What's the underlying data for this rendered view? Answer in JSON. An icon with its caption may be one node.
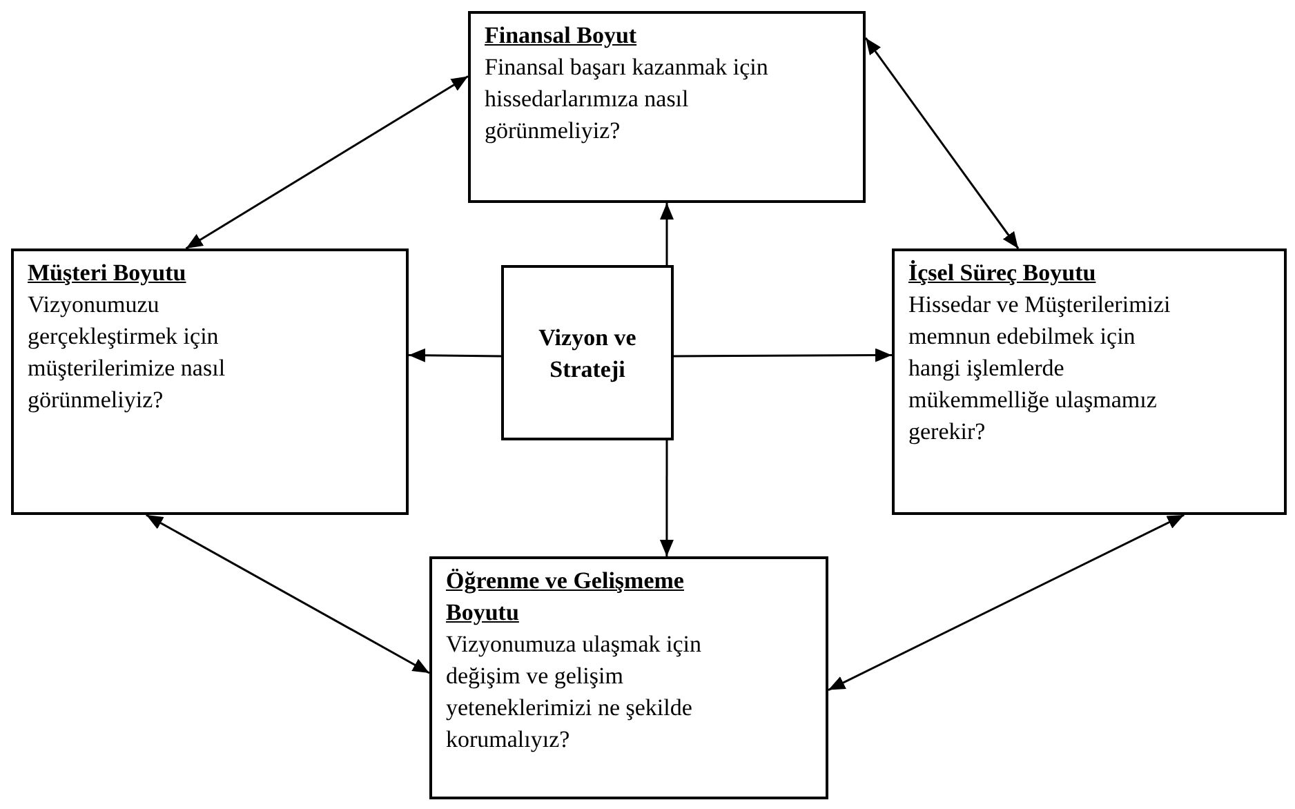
{
  "diagram": {
    "nodes": [
      {
        "text": [
          "Finansal Boyut",
          "Finansal başarı kazanmak için hissedarlarımıza nasıl görünmeliyiz?"
        ]
      },
      {
        "text": [
          "Müşteri Boyutu",
          "Vizyonumuzu gerçekleştirmek için müşterilerimize nasıl görünmeliyiz?"
        ]
      },
      {
        "text": [
          "Vizyon ve Strateji"
        ]
      },
      {
        "text": [
          "İçsel Süreç Boyutu",
          "Hissedar ve Müşterilerimizi memnun edebilmek için hangi işlemlerde mükemmelliğe ulaşmamız gerekir?"
        ]
      },
      {
        "text": [
          "Öğrenme ve Gelişmeme Boyutu",
          "Vizyonumuza ulaşmak için değişim ve gelişim yeteneklerimizi ne şekilde korumalıyız?"
        ]
      }
    ],
    "edges": [
      {
        "from": 2,
        "to": 0,
        "arrow": "to"
      },
      {
        "from": 2,
        "to": 1,
        "arrow": "to"
      },
      {
        "from": 2,
        "to": 3,
        "arrow": "to"
      },
      {
        "from": 2,
        "to": 4,
        "arrow": "to"
      },
      {
        "from": 1,
        "to": 0,
        "arrow": "both"
      },
      {
        "from": 0,
        "to": 3,
        "arrow": "both"
      },
      {
        "from": 3,
        "to": 4,
        "arrow": "both"
      },
      {
        "from": 1,
        "to": 4,
        "arrow": "both"
      }
    ]
  }
}
